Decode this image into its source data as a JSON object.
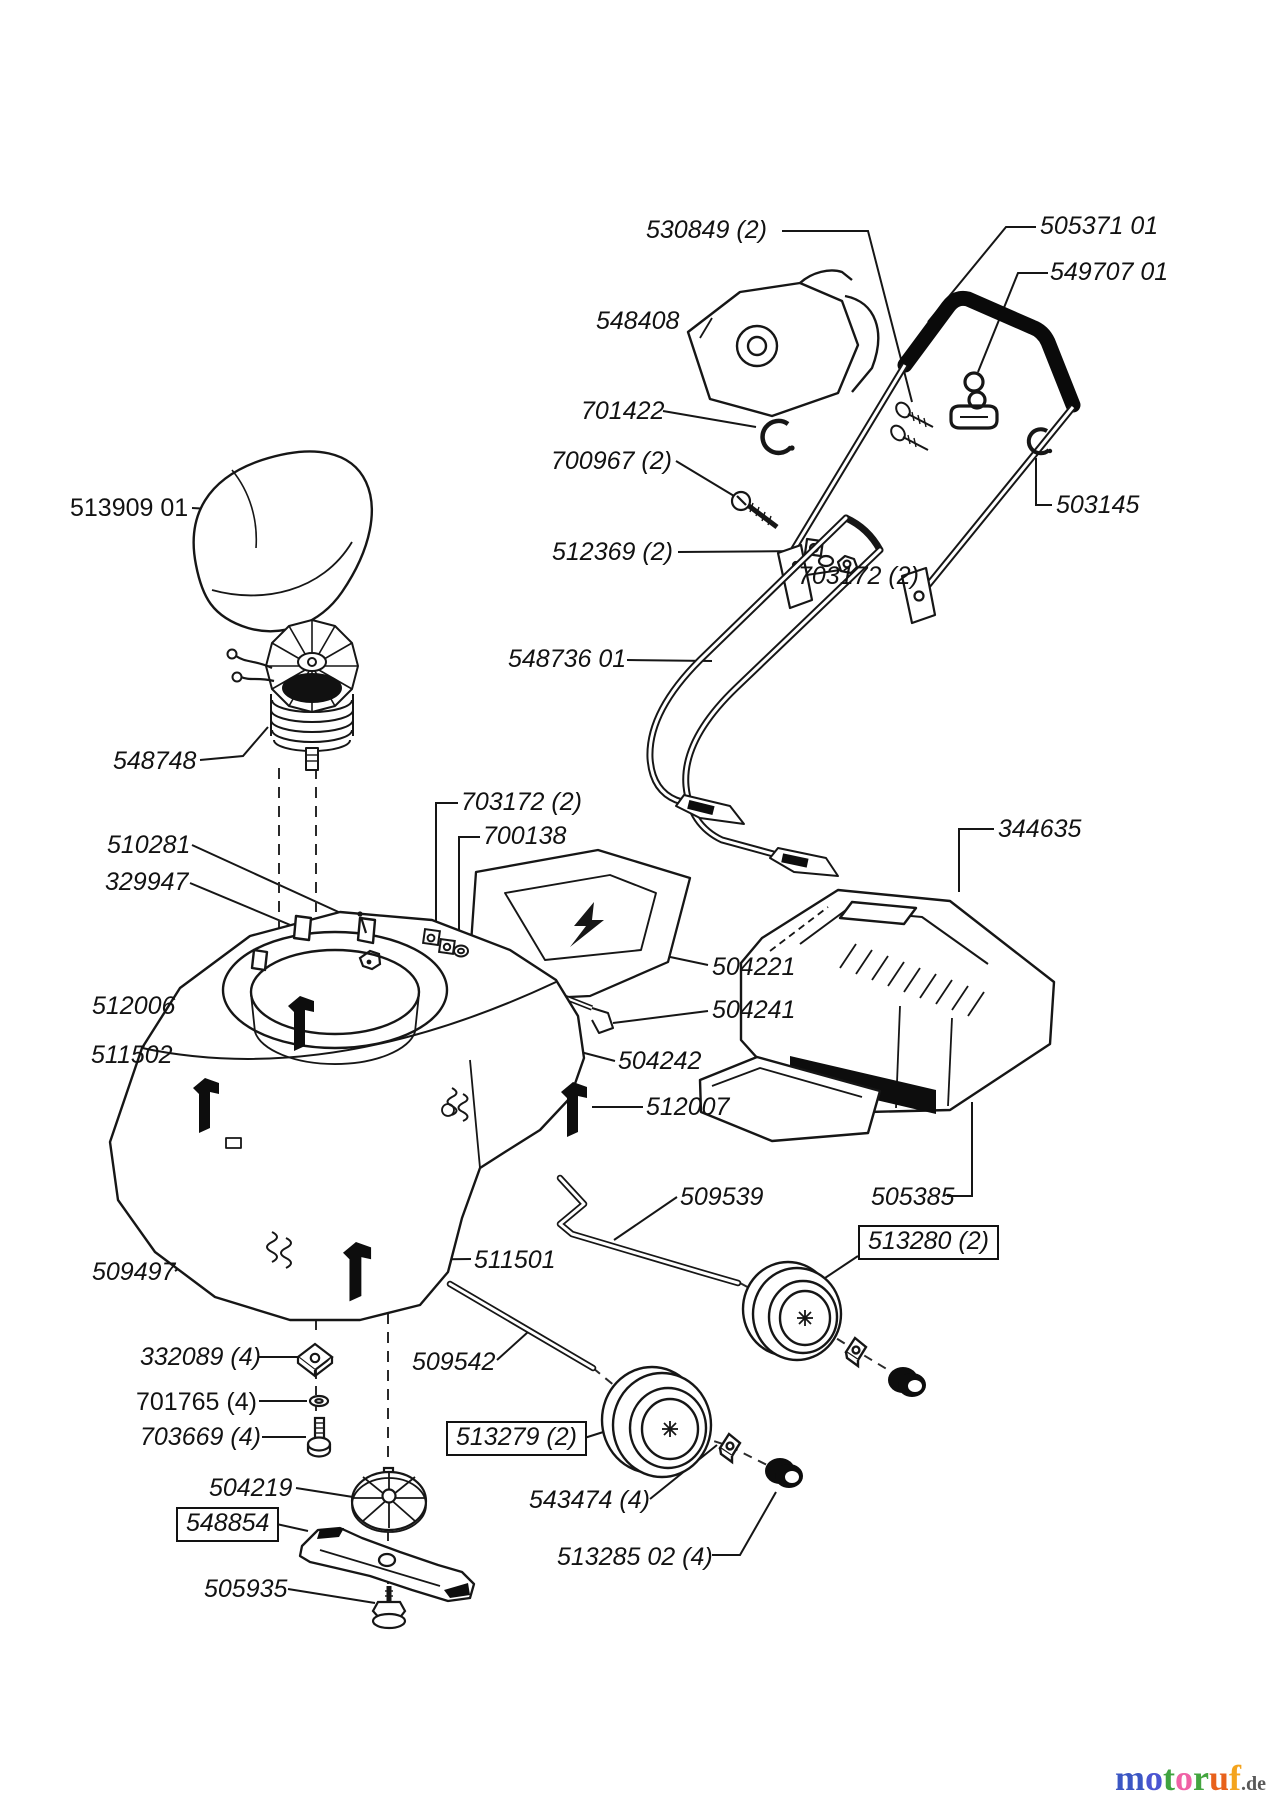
{
  "document": {
    "kind": "exploded-parts-diagram",
    "subject": "electric lawn mower parts schematic"
  },
  "labels": {
    "l513909": {
      "text": "513909 01"
    },
    "l530849": {
      "text": "530849 (2)"
    },
    "l505371": {
      "text": "505371 01"
    },
    "l549707": {
      "text": "549707 01"
    },
    "l548408": {
      "text": "548408"
    },
    "l701422": {
      "text": "701422"
    },
    "l700967": {
      "text": "700967 (2)"
    },
    "l512369": {
      "text": "512369 (2)"
    },
    "l503145": {
      "text": "503145"
    },
    "l703172a": {
      "text": "703172 (2)"
    },
    "l703172b": {
      "text": "703172 (2)"
    },
    "l700138": {
      "text": "700138"
    },
    "l548736": {
      "text": "548736 01"
    },
    "l548748": {
      "text": "548748"
    },
    "l510281": {
      "text": "510281"
    },
    "l329947": {
      "text": "329947"
    },
    "l504221": {
      "text": "504221"
    },
    "l504241": {
      "text": "504241"
    },
    "l504242": {
      "text": "504242"
    },
    "l512006": {
      "text": "512006"
    },
    "l511502": {
      "text": "511502"
    },
    "l512007": {
      "text": "512007"
    },
    "l344635": {
      "text": "344635"
    },
    "l505385": {
      "text": "505385"
    },
    "l509497": {
      "text": "509497"
    },
    "l509539": {
      "text": "509539"
    },
    "l513280": {
      "text": "513280 (2)"
    },
    "l511501": {
      "text": "511501"
    },
    "l509542": {
      "text": "509542"
    },
    "l332089": {
      "text": "332089 (4)"
    },
    "l701765": {
      "text": "701765 (4)"
    },
    "l703669": {
      "text": "703669 (4)"
    },
    "l513279": {
      "text": "513279 (2)"
    },
    "l504219": {
      "text": "504219"
    },
    "l548854": {
      "text": "548854"
    },
    "l543474": {
      "text": "543474 (4)"
    },
    "l505935": {
      "text": "505935"
    },
    "l513285": {
      "text": "513285 02 (4)"
    }
  },
  "logo": {
    "letters": [
      {
        "ch": "m",
        "color": "#3b57c4"
      },
      {
        "ch": "o",
        "color": "#4b55d2"
      },
      {
        "ch": "t",
        "color": "#3fa33f"
      },
      {
        "ch": "o",
        "color": "#f062a6"
      },
      {
        "ch": "r",
        "color": "#44a53f"
      },
      {
        "ch": "u",
        "color": "#e8611c"
      },
      {
        "ch": "f",
        "color": "#f4a41d"
      }
    ],
    "suffix": ".de",
    "suffix_color": "#595959"
  }
}
